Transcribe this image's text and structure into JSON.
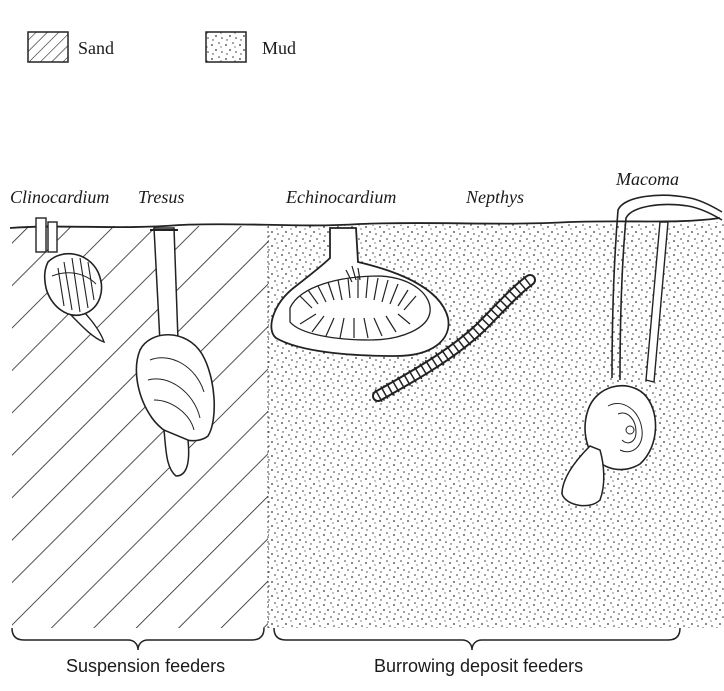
{
  "legend": [
    {
      "label": "Sand",
      "pattern": "diagonal-hatch"
    },
    {
      "label": "Mud",
      "pattern": "stipple"
    }
  ],
  "organisms": [
    {
      "name": "Clinocardium",
      "kind": "cockle"
    },
    {
      "name": "Tresus",
      "kind": "gaper-clam"
    },
    {
      "name": "Echinocardium",
      "kind": "heart-urchin"
    },
    {
      "name": "Nepthys",
      "kind": "polychaete-worm"
    },
    {
      "name": "Macoma",
      "kind": "tellin-clam"
    }
  ],
  "groups": [
    {
      "label": "Suspension feeders"
    },
    {
      "label": "Burrowing deposit feeders"
    }
  ],
  "colors": {
    "ink": "#222222",
    "paper": "#ffffff",
    "stipple": "#333333"
  }
}
